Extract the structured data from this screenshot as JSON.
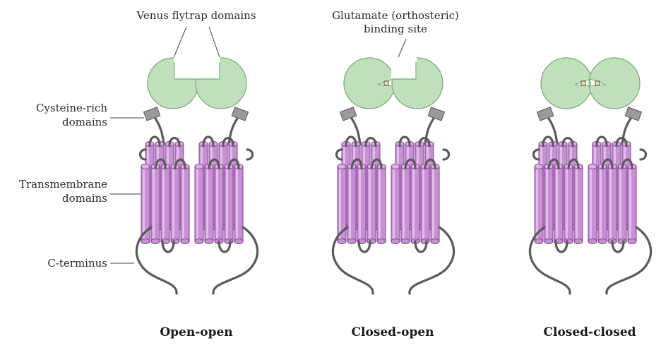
{
  "labels": {
    "venus_flytrap": "Venus flytrap domains",
    "glutamate_line1": "Glutamate (orthosteric)",
    "glutamate_line2": "binding  site",
    "cysteine_line1": "Cysteine-rich",
    "cysteine_line2": "domains",
    "transmembrane_line1": "Transmembrane",
    "transmembrane_line2": "domains",
    "c_terminus": "C-terminus"
  },
  "states": [
    {
      "label": "Open-open",
      "vft_mode": "open-open"
    },
    {
      "label": "Closed-open",
      "vft_mode": "closed-open"
    },
    {
      "label": "Closed-closed",
      "vft_mode": "closed-closed"
    }
  ],
  "colors": {
    "vft_fill": "#bfe0bb",
    "transmembrane_fill": "#c98fd6",
    "cysteine_fill": "#9a9a9a",
    "tail_stroke": "#5a5a5a"
  }
}
